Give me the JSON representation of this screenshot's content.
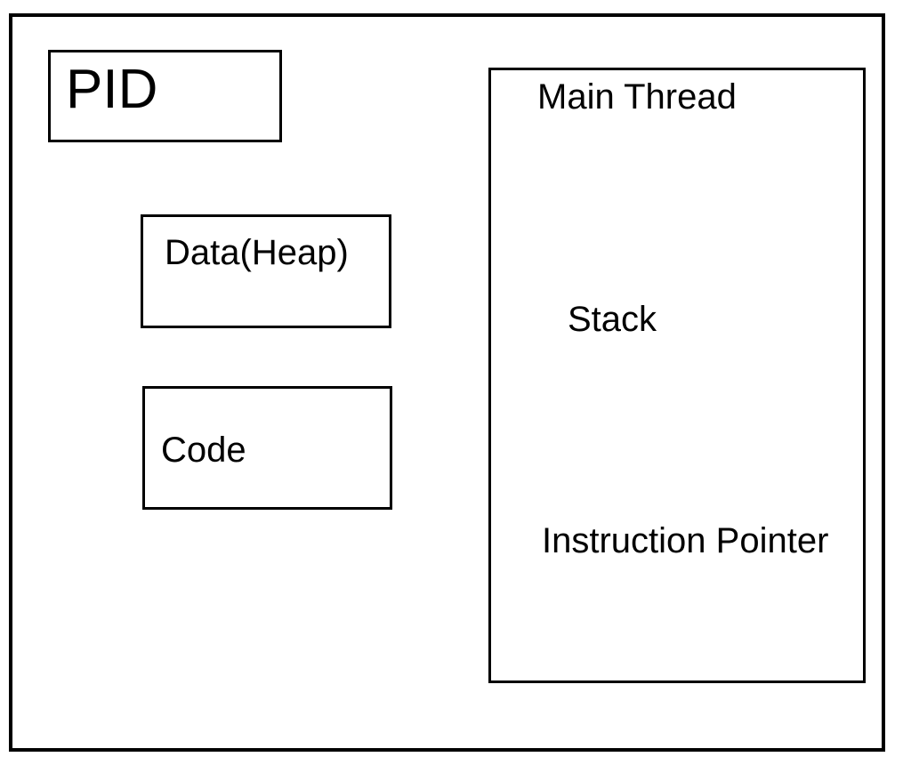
{
  "diagram": {
    "type": "process-structure-diagram",
    "colors": {
      "background": "#ffffff",
      "stroke": "#000000",
      "text": "#000000"
    },
    "boxes": {
      "pid": {
        "label": "PID"
      },
      "data_heap": {
        "label": "Data(Heap)"
      },
      "code": {
        "label": "Code"
      },
      "main_thread": {
        "label": "Main Thread",
        "items": [
          "Stack",
          "Instruction Pointer"
        ]
      }
    }
  }
}
